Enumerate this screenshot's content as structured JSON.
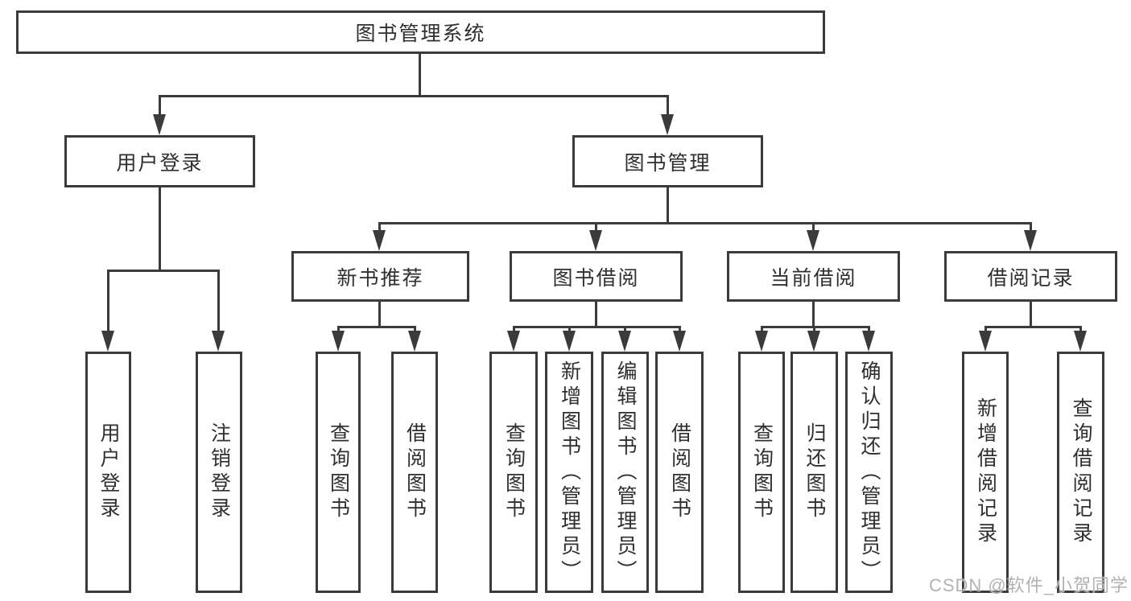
{
  "diagram": {
    "watermark": "CSDN @软件_小贺同学",
    "colors": {
      "line": "#3b3b3b",
      "text": "#2f2f2f",
      "background": "#ffffff",
      "watermark": "#b2b2b2"
    },
    "tree": {
      "label": "图书管理系统",
      "children": [
        {
          "label": "用户登录",
          "children": [
            {
              "label": "用户登录"
            },
            {
              "label": "注销登录"
            }
          ]
        },
        {
          "label": "图书管理",
          "children": [
            {
              "label": "新书推荐",
              "children": [
                {
                  "label": "查询图书"
                },
                {
                  "label": "借阅图书"
                }
              ]
            },
            {
              "label": "图书借阅",
              "children": [
                {
                  "label": "查询图书"
                },
                {
                  "label": "新增图书（管理员）"
                },
                {
                  "label": "编辑图书（管理员）"
                },
                {
                  "label": "借阅图书"
                }
              ]
            },
            {
              "label": "当前借阅",
              "children": [
                {
                  "label": "查询图书"
                },
                {
                  "label": "归还图书"
                },
                {
                  "label": "确认归还（管理员）"
                }
              ]
            },
            {
              "label": "借阅记录",
              "children": [
                {
                  "label": "新增借阅记录"
                },
                {
                  "label": "查询借阅记录"
                }
              ]
            }
          ]
        }
      ]
    }
  }
}
